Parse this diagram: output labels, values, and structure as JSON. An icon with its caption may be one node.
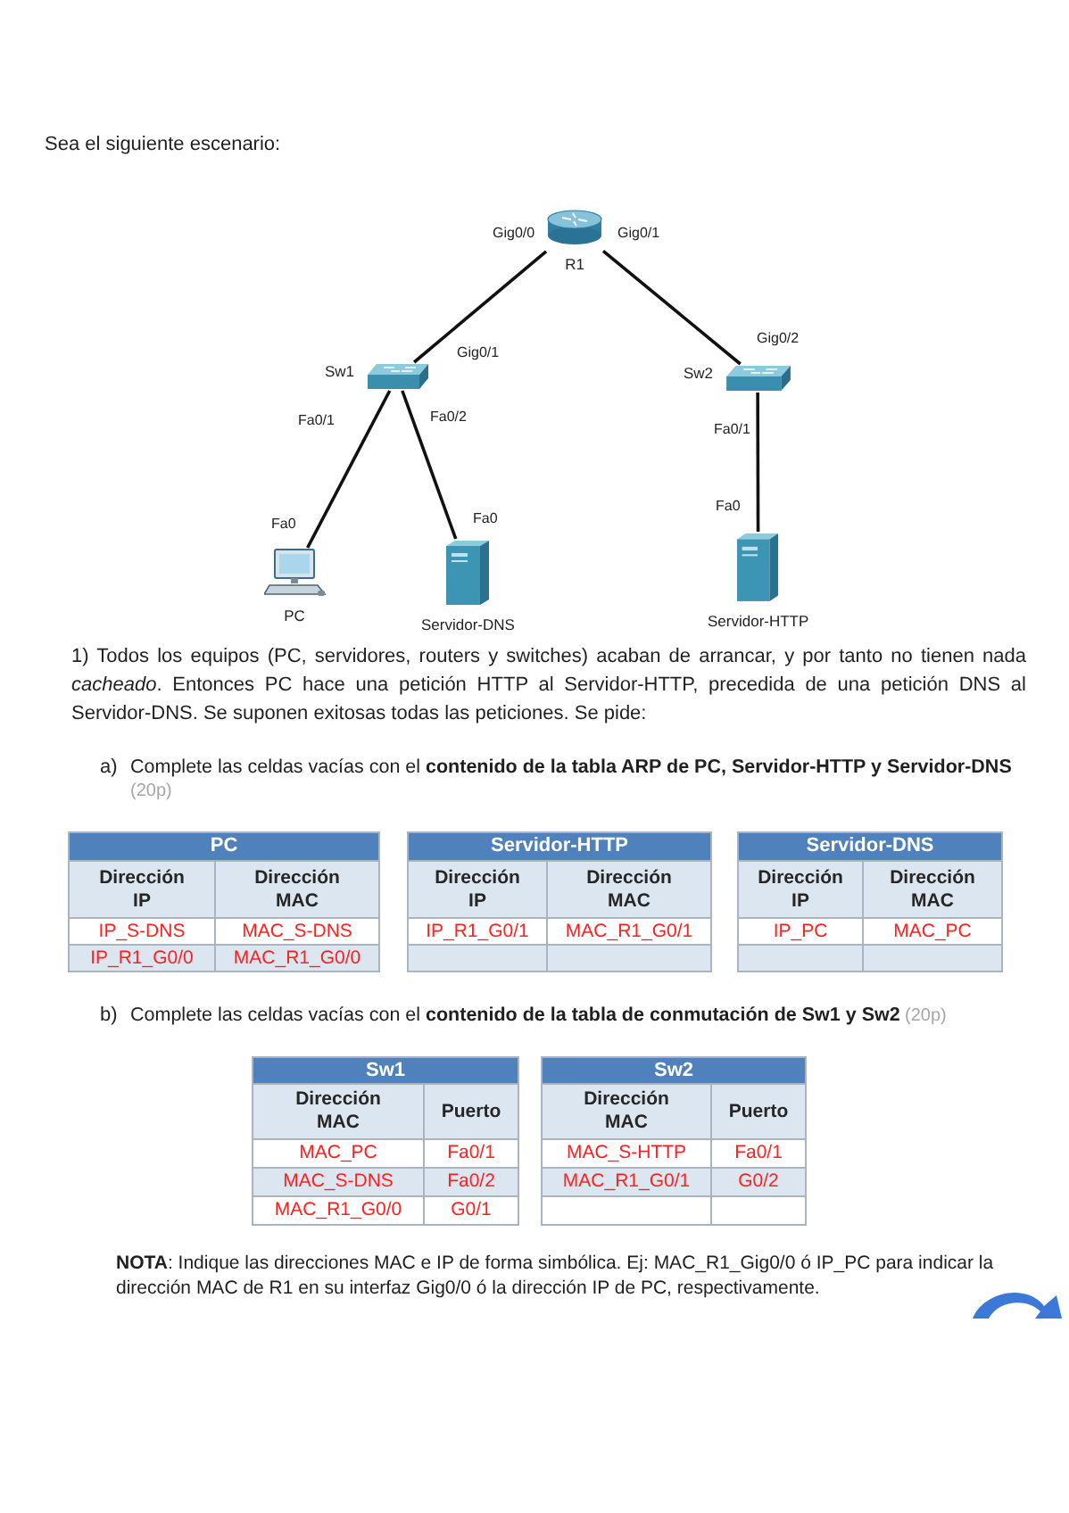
{
  "diagram": {
    "nodes": [
      {
        "text": [
          "R1"
        ],
        "beside": [
          "Gig0/0",
          "Gig0/1"
        ]
      },
      {
        "text": [
          "Sw1"
        ],
        "beside": [
          "Gig0/1",
          "Fa0/1",
          "Fa0/2"
        ]
      },
      {
        "text": [
          "Sw2"
        ],
        "beside": [
          "Gig0/2",
          "Fa0/1"
        ]
      },
      {
        "text": [
          "PC"
        ],
        "beside": [
          "Fa0"
        ]
      },
      {
        "text": [
          "Servidor-DNS"
        ],
        "beside": [
          "Fa0"
        ]
      },
      {
        "text": [
          "Servidor-HTTP"
        ],
        "beside": [
          "Fa0"
        ]
      }
    ],
    "edges": [
      {
        "from": 0,
        "to": 1,
        "arrow": "none"
      },
      {
        "from": 0,
        "to": 2,
        "arrow": "none"
      },
      {
        "from": 1,
        "to": 3,
        "arrow": "none"
      },
      {
        "from": 1,
        "to": 4,
        "arrow": "none"
      },
      {
        "from": 2,
        "to": 5,
        "arrow": "none"
      }
    ],
    "labels": [
      "Sea el siguiente escenario:",
      "1) Todos los equipos (PC, servidores, routers y switches) acaban de arrancar, y por tanto no tienen nada *cacheado*. Entonces PC hace una petición HTTP al Servidor-HTTP, precedida de una petición DNS al Servidor-DNS. Se suponen exitosas todas las peticiones. Se pide:",
      "a)",
      "Complete las celdas vacías con el **contenido de la tabla ARP de PC, Servidor-HTTP y Servidor-DNS**",
      "(20p)",
      "PC",
      "Dirección IP",
      "Dirección MAC",
      "IP_S-DNS",
      "MAC_S-DNS",
      "IP_R1_G0/0",
      "MAC_R1_G0/0",
      "Servidor-HTTP",
      "Dirección IP",
      "Dirección MAC",
      "IP_R1_G0/1",
      "MAC_R1_G0/1",
      "Servidor-DNS",
      "Dirección IP",
      "Dirección MAC",
      "IP_PC",
      "MAC_PC",
      "b)",
      "Complete las celdas vacías con el **contenido de la tabla de conmutación de Sw1 y Sw2**",
      "(20p)",
      "Sw1",
      "Dirección MAC",
      "Puerto",
      "MAC_PC",
      "Fa0/1",
      "MAC_S-DNS",
      "Fa0/2",
      "MAC_R1_G0/0",
      "G0/1",
      "Sw2",
      "Dirección MAC",
      "Puerto",
      "MAC_S-HTTP",
      "Fa0/1",
      "MAC_R1_G0/1",
      "G0/2",
      "**NOTA**: Indique las direcciones MAC e IP de forma simbólica. Ej: MAC_R1_Gig0/0 ó IP_PC para indicar la dirección MAC de R1 en su interfaz Gig0/0 ó la dirección IP de PC, respectivamente."
    ]
  }
}
